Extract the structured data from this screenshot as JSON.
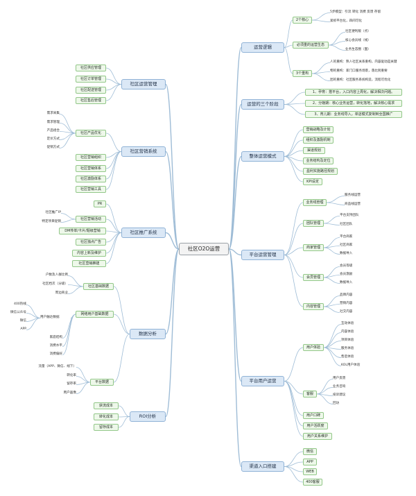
{
  "center": "社区O2O运营",
  "left": [
    {
      "label": "社区运营管理",
      "children": [
        {
          "label": "社区供应管理"
        },
        {
          "label": "社区订单管理"
        },
        {
          "label": "社区配送管理"
        },
        {
          "label": "社区售后管理"
        }
      ]
    },
    {
      "label": "社区营销系统",
      "children": [
        {
          "label": "社区产品优化",
          "children": [
            "需求采集",
            "需求管理",
            "产品组合",
            "定价方式",
            "促销方式"
          ]
        },
        {
          "label": "社区营销组织"
        },
        {
          "label": "社区营销体系"
        },
        {
          "label": "社区激励体系"
        },
        {
          "label": "社区营销工具"
        }
      ]
    },
    {
      "label": "社区推广系统",
      "children": [
        {
          "label": "PR"
        },
        {
          "label": "社区营销活动",
          "children": [
            "社区推广IP",
            "特定项目促销"
          ]
        },
        {
          "label": "DM传单/卡片/题级营销"
        },
        {
          "label": "社区独点广告"
        },
        {
          "label": "内容上新及维护"
        },
        {
          "label": "社区营销推建"
        }
      ]
    },
    {
      "label": "数据分析",
      "children": [
        {
          "label": "社区基础数据",
          "children": [
            "户数及人群比例",
            "社区档次（分级）",
            "周边商业"
          ]
        },
        {
          "label": "网络用户基础数据",
          "children": [
            {
              "label": "用户触达数据",
              "children": [
                "400热线",
                "微信公众号",
                "微信",
                "APP"
              ]
            },
            {
              "label": "家庭结构"
            },
            {
              "label": "消费水平"
            },
            {
              "label": "消费偏好"
            }
          ]
        },
        {
          "label": "平台数据",
          "children": [
            "流量（APP、微信、线下）",
            "转化率",
            "留存率",
            "用户画像"
          ]
        }
      ]
    },
    {
      "label": "ROI分析",
      "children": [
        {
          "label": "获流成本"
        },
        {
          "label": "转化成本"
        },
        {
          "label": "留存成本"
        }
      ]
    }
  ],
  "right": [
    {
      "label": "运营逻辑",
      "children": [
        {
          "label": "2个核心",
          "children": [
            "5步模型：引流 转化 消费 反馈 存留",
            "紧抓平台化，四间可化"
          ]
        },
        {
          "label": "必须重的运营生态",
          "children": [
            "社区便利版（点）",
            "核心会员线（线）",
            "业务生态圈（面）"
          ]
        },
        {
          "label": "3个重构",
          "children": [
            "人的重构：熟人社区关系重构，内容驱动是关键",
            "物的重构：家门口服务场景，落比到重要",
            "团的重构：社区服务系统构造，流程可优化"
          ]
        }
      ]
    },
    {
      "label": "运营的三个阶段",
      "children": [
        {
          "label": "1、孕育：搭平台，入口内容上周化，解决相次问题。"
        },
        {
          "label": "2、分娩期：核心业务运营，转化落地，解决核心需求"
        },
        {
          "label": "3、育儿期：业务线导入，单店模式复制到全国推广"
        }
      ]
    },
    {
      "label": "整体运营模式",
      "children": [
        {
          "label": "营销战略及计划"
        },
        {
          "label": "组织及激励机制"
        },
        {
          "label": "渠道规划"
        },
        {
          "label": "业务结构及定位"
        },
        {
          "label": "盈利实施路径规划"
        },
        {
          "label": "KPI设定"
        }
      ]
    },
    {
      "label": "平台运营管理",
      "children": [
        {
          "label": "业务线管理",
          "children": [
            "服务线运营",
            "商品线运营"
          ]
        },
        {
          "label": "团队管理",
          "children": [
            "平台支持团队",
            "社区团队"
          ]
        },
        {
          "label": "商家管理",
          "children": [
            "平台商家",
            "社区商家",
            "数据导入"
          ]
        },
        {
          "label": "会员管理",
          "children": [
            "会员等级",
            "会员激励",
            "数据导入"
          ]
        },
        {
          "label": "内容管理",
          "children": [
            "品牌内容",
            "营销内容",
            "社交内容"
          ]
        }
      ]
    },
    {
      "label": "平台用户运营",
      "children": [
        {
          "label": "用户体验",
          "children": [
            "互动体验",
            "内容体验",
            "项目体验",
            "服务体验",
            "售后体验",
            "KOL用户体验"
          ]
        },
        {
          "label": "客服",
          "children": [
            "用户反馈",
            "业务咨询",
            "投诉建议",
            "回访"
          ]
        },
        {
          "label": "用户口碑"
        },
        {
          "label": "用户活跃度"
        },
        {
          "label": "用户关系维护"
        }
      ]
    },
    {
      "label": "渠道入口搭建",
      "children": [
        {
          "label": "微信"
        },
        {
          "label": "APP"
        },
        {
          "label": "WEB"
        },
        {
          "label": "400客服"
        }
      ]
    }
  ],
  "colors": {
    "line": "#9ebcd6",
    "main_fill": "#dbe8f6",
    "sub_fill": "#eef8ea"
  }
}
